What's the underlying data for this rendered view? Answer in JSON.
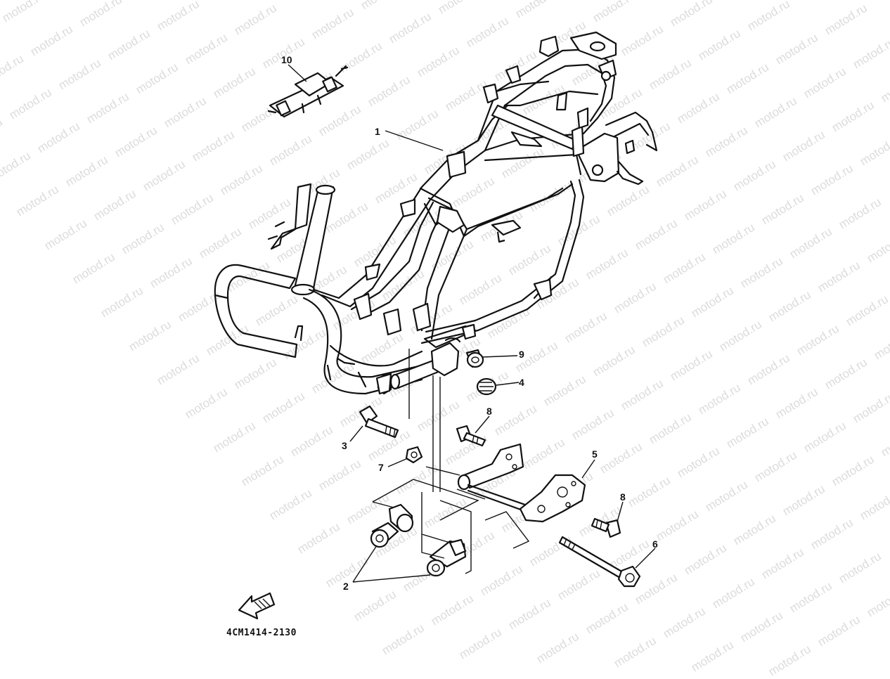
{
  "watermark": {
    "text": "motod.ru"
  },
  "diagram": {
    "part_number": "4CM1414-2130",
    "callouts": [
      {
        "id": "c1",
        "label": "1"
      },
      {
        "id": "c10",
        "label": "10"
      },
      {
        "id": "c9",
        "label": "9"
      },
      {
        "id": "c4",
        "label": "4"
      },
      {
        "id": "c8a",
        "label": "8"
      },
      {
        "id": "c3",
        "label": "3"
      },
      {
        "id": "c5",
        "label": "5"
      },
      {
        "id": "c7",
        "label": "7"
      },
      {
        "id": "c8b",
        "label": "8"
      },
      {
        "id": "c6",
        "label": "6"
      },
      {
        "id": "c2",
        "label": "2"
      }
    ]
  }
}
